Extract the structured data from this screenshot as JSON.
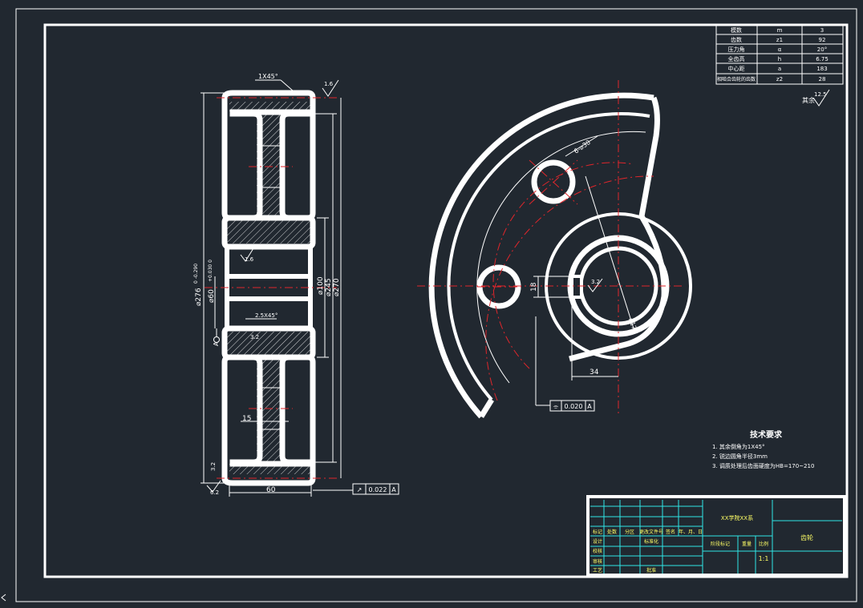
{
  "colors": {
    "background": "#212830",
    "line": "#ffffff",
    "center_line": "#e0262b",
    "table_line": "#2ee6e6",
    "table_text": "#ffff66"
  },
  "params_table": {
    "rows": [
      {
        "name": "模数",
        "symbol": "m",
        "value": "3"
      },
      {
        "name": "齿数",
        "symbol": "z1",
        "value": "92"
      },
      {
        "name": "压力角",
        "symbol": "α",
        "value": "20°"
      },
      {
        "name": "全齿高",
        "symbol": "h",
        "value": "6.75"
      },
      {
        "name": "中心距",
        "symbol": "a",
        "value": "183"
      },
      {
        "name": "相啮合齿轮的齿数",
        "symbol": "z2",
        "value": "28"
      }
    ]
  },
  "roughness_other": {
    "prefix": "其余",
    "value": "12.5"
  },
  "section_view": {
    "dims": {
      "chamfer_top": "1X45°",
      "rough_top": "1.6",
      "rough_bore": "1.6",
      "chamfer_hub": "2.5X45°",
      "rough_hub": "3.2",
      "rough_bottom_left": "3.2",
      "rough_bottom": "6.2",
      "web_thickness": "15",
      "width": "60",
      "outer_dia": "⌀276",
      "outer_tol": "0\n-0.290",
      "bore_dia": "⌀60",
      "bore_tol": "+0.030\n0",
      "hub_dia": "⌀100",
      "root_dia": "⌀245",
      "pitch_dia": "⌀270",
      "datum": "A"
    },
    "runout": {
      "symbol": "↗",
      "value": "0.022",
      "datum": "A"
    }
  },
  "front_view": {
    "dims": {
      "holes": "6-⌀30",
      "keyway_depth": "18",
      "rough_key": "3.2",
      "circle_dia": "⌀172",
      "key_offset": "34"
    },
    "symmetry": {
      "symbol": "⌯",
      "value": "0.020",
      "datum": "A"
    }
  },
  "tech_requirements": {
    "title": "技术要求",
    "items": [
      "1.  其余倒角为1X45°",
      "2.  锐边圆角半径3mm",
      "3.  调质处理后齿面硬度为HB=170~210"
    ]
  },
  "title_block": {
    "dept": "XX学院XX系",
    "part_name": "齿轮",
    "scale": "1:1",
    "header_labels": [
      "标记",
      "处数",
      "分区",
      "更改文件号",
      "签名",
      "年、月、日"
    ],
    "left_labels": [
      "设计",
      "标准化",
      "校核",
      "审核",
      "工艺",
      "批准"
    ],
    "mid_labels": [
      "阶段标记",
      "重量",
      "比例"
    ]
  }
}
